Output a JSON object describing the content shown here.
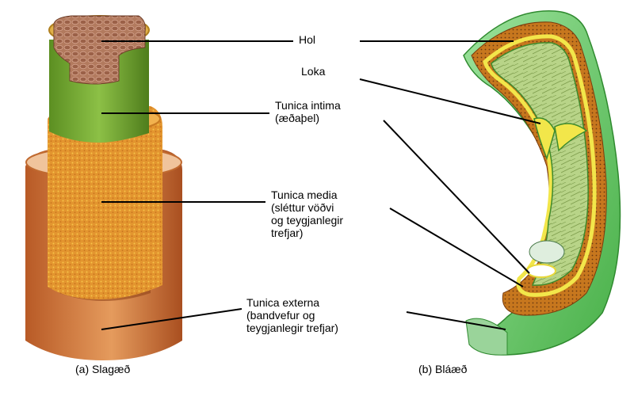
{
  "labels": {
    "hol": "Hol",
    "loka": "Loka",
    "intima": "Tunica intima\n(æðaþel)",
    "media": "Tunica media\n(sléttur vöðvi\nog teygjanlegir\ntrefjar)",
    "externa": "Tunica externa\n(bandvefur og\nteygjanlegir trefjar)"
  },
  "captions": {
    "artery": "(a) Slagæð",
    "vein": "(b) Bláæð"
  },
  "colors": {
    "externa": "#c8703a",
    "media": "#e8a43c",
    "intima_artery": "#6a9e2c",
    "lumen_artery": "#a87058",
    "vein_outer": "#6cc46c",
    "vein_inner": "#4fae3c",
    "vein_yellow": "#f2e64a",
    "leader": "#000000"
  }
}
